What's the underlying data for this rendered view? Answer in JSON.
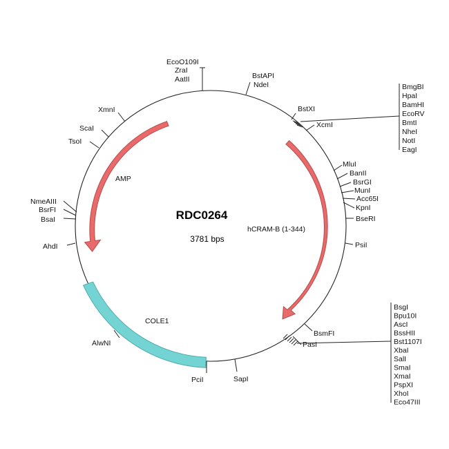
{
  "plasmid": {
    "name": "RDC0264",
    "size_label": "3781 bps"
  },
  "features": [
    {
      "id": "amp",
      "label": "AMP",
      "color": "#e86a6a",
      "stroke": "#b94a4a",
      "kind": "arrow"
    },
    {
      "id": "hcram",
      "label": "hCRAM-B (1-344)",
      "color": "#e86a6a",
      "stroke": "#b94a4a",
      "kind": "arrow"
    },
    {
      "id": "cole1",
      "label": "COLE1",
      "color": "#74d4d4",
      "stroke": "#4aaeae",
      "kind": "bar"
    }
  ],
  "sites": [
    {
      "id": "ecoo109i",
      "label": "EcoO109I"
    },
    {
      "id": "zrai",
      "label": "ZraI"
    },
    {
      "id": "aatii",
      "label": "AatII"
    },
    {
      "id": "bstapi",
      "label": "BstAPI"
    },
    {
      "id": "ndei",
      "label": "NdeI"
    },
    {
      "id": "bstxi",
      "label": "BstXI"
    },
    {
      "id": "xcmi",
      "label": "XcmI"
    },
    {
      "id": "mlui",
      "label": "MluI"
    },
    {
      "id": "banii",
      "label": "BanII"
    },
    {
      "id": "bsrgi",
      "label": "BsrGI"
    },
    {
      "id": "muni",
      "label": "MunI"
    },
    {
      "id": "acc65i",
      "label": "Acc65I"
    },
    {
      "id": "kpni",
      "label": "KpnI"
    },
    {
      "id": "bseri",
      "label": "BseRI"
    },
    {
      "id": "psii",
      "label": "PsiI"
    },
    {
      "id": "bsmfi",
      "label": "BsmFI"
    },
    {
      "id": "pasi",
      "label": "PasI"
    },
    {
      "id": "sapi",
      "label": "SapI"
    },
    {
      "id": "pcii",
      "label": "PciI"
    },
    {
      "id": "alwni",
      "label": "AlwNI"
    },
    {
      "id": "ahdi",
      "label": "AhdI"
    },
    {
      "id": "bsai",
      "label": "BsaI"
    },
    {
      "id": "bsrfi",
      "label": "BsrFI"
    },
    {
      "id": "nmeaiii",
      "label": "NmeAIII"
    },
    {
      "id": "tsoi",
      "label": "TsoI"
    },
    {
      "id": "scai",
      "label": "ScaI"
    },
    {
      "id": "xmni",
      "label": "XmnI"
    }
  ],
  "cluster_top": {
    "labels": [
      "BmgBI",
      "HpaI",
      "BamHI",
      "EcoRV",
      "BmtI",
      "NheI",
      "NotI",
      "EagI"
    ]
  },
  "cluster_bottom": {
    "labels": [
      "BsgI",
      "Bpu10I",
      "AscI",
      "BssHII",
      "Bst1107I",
      "XbaI",
      "SalI",
      "SmaI",
      "XmaI",
      "PspXI",
      "XhoI",
      "Eco47III"
    ]
  }
}
